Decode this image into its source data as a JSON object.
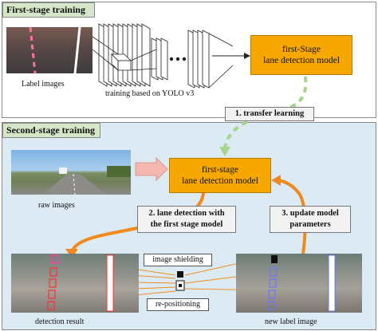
{
  "first_stage": {
    "title": "First-stage  training",
    "label_images_caption": "Label images",
    "training_caption": "training based on YOLO v3",
    "model_box": "first-Stage\nlane detection model",
    "transfer_label": "1. transfer  learning"
  },
  "second_stage": {
    "title": "Second-stage training",
    "raw_images_caption": "raw images",
    "model_box": "first-stage\nlane detection model",
    "step2_label": "2. lane detection with\nthe first stage model",
    "step3_label": "3. update model\nparameters",
    "shielding_label": "image shielding",
    "repositioning_label": "re-positioning",
    "detection_caption": "detection result",
    "new_label_caption": "new label image"
  },
  "colors": {
    "stage1_bg": "#ffffff",
    "stage2_bg": "#dcebf3",
    "tag_bg": "#d6e6c8",
    "model_box": "#f7a800",
    "orange_arrow": "#f08a1c",
    "green_dashed_arrow": "#a6d48a",
    "pink_arrow": "#f4b8b0"
  }
}
